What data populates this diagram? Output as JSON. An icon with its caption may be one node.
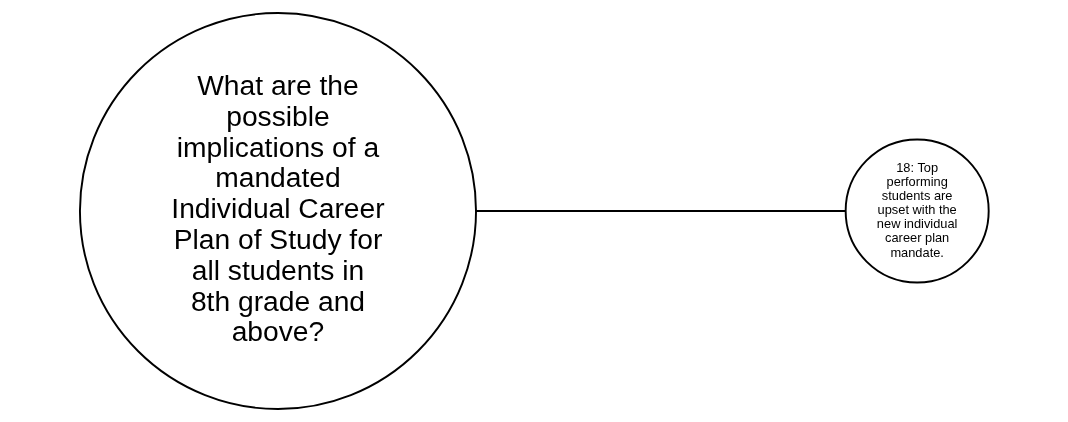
{
  "diagram": {
    "nodes": [
      {
        "text": [
          "What are the possible implications of a mandated Individual Career Plan of Study for all students in 8th grade and above?"
        ]
      },
      {
        "text": [
          "18: Top performing students are upset with the new individual career plan mandate."
        ]
      }
    ],
    "edges": [
      {
        "from": 0,
        "to": 1,
        "arrow": "none"
      }
    ]
  }
}
